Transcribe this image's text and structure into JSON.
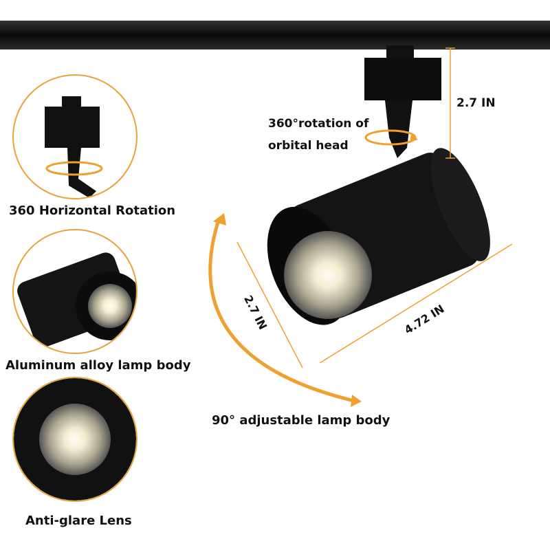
{
  "features": [
    {
      "label": "360 Horizontal Rotation"
    },
    {
      "label": "Aluminum alloy lamp body"
    },
    {
      "label": "Anti-glare Lens"
    }
  ],
  "annotations": {
    "rotation_head": "360°rotation of",
    "rotation_head_2": "orbital head",
    "adjustable": "90° adjustable lamp body",
    "height_dim": "2.7 IN",
    "diameter_dim": "2.7 IN",
    "length_dim": "4.72 IN"
  },
  "colors": {
    "accent": "#f0a030",
    "product": "#111111"
  }
}
